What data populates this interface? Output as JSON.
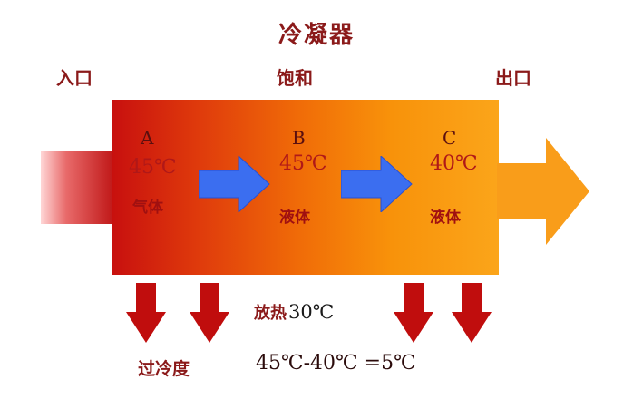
{
  "title": "冷凝器",
  "inlet_label": "入口",
  "saturation_label": "饱和",
  "outlet_label": "出口",
  "points": [
    {
      "letter": "A",
      "temp": "45℃",
      "state": "气体"
    },
    {
      "letter": "B",
      "temp": "45℃",
      "state": "液体"
    },
    {
      "letter": "C",
      "temp": "40℃",
      "state": "液体"
    }
  ],
  "heat_release": {
    "prefix": "放热",
    "value": "30℃"
  },
  "subcooling": {
    "label": "过冷度",
    "formula": "45℃-40℃ =5℃"
  },
  "colors": {
    "body_start": "#c8100e",
    "body_end": "#fba51a",
    "flow_arrow": "#3b6ef0",
    "down_arrow": "#c00d0d",
    "text": "#8b1a1a"
  }
}
